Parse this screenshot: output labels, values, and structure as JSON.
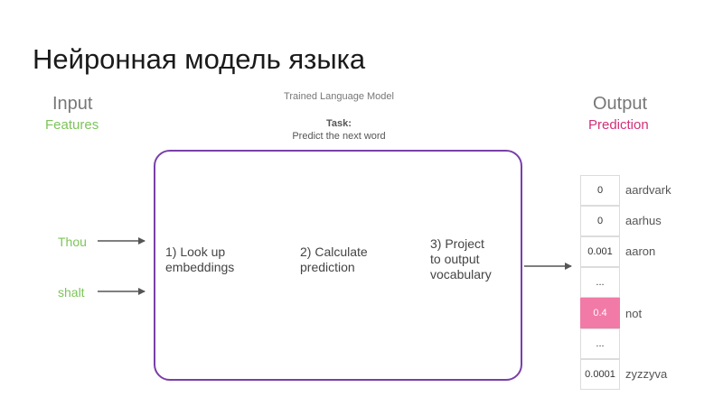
{
  "title": "Нейронная модель языка",
  "input": {
    "heading": "Input",
    "sub": "Features",
    "words": [
      "Thou",
      "shalt"
    ]
  },
  "output": {
    "heading": "Output",
    "sub": "Prediction"
  },
  "model": {
    "title": "Trained Language Model",
    "task_label": "Task:",
    "task_text": "Predict the next word",
    "steps": [
      "1) Look up\nembeddings",
      "2) Calculate\nprediction",
      "3) Project\nto output\nvocabulary"
    ]
  },
  "vocab": [
    {
      "value": "0",
      "word": "aardvark"
    },
    {
      "value": "0",
      "word": "aarhus"
    },
    {
      "value": "0.001",
      "word": "aaron"
    },
    {
      "value": "...",
      "word": ""
    },
    {
      "value": "0.4",
      "word": "not",
      "highlight": true
    },
    {
      "value": "...",
      "word": ""
    },
    {
      "value": "0.0001",
      "word": "zyzzyva"
    }
  ],
  "colors": {
    "features": "#7dc45a",
    "prediction": "#d1307a",
    "box": "#7a3fa8",
    "highlight": "#f27aa6"
  }
}
